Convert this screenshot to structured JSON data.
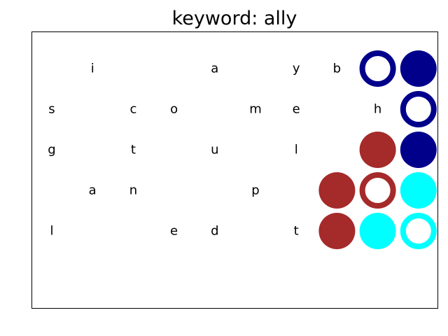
{
  "title": "keyword: ally",
  "grid": {
    "rows": [
      [
        "",
        "i",
        "",
        "",
        "a",
        "",
        "y",
        "b",
        "",
        ""
      ],
      [
        "s",
        "",
        "c",
        "o",
        "",
        "m",
        "e",
        "",
        "h",
        ""
      ],
      [
        "g",
        "",
        "t",
        "",
        "u",
        "",
        "l",
        "",
        "",
        ""
      ],
      [
        "",
        "a",
        "n",
        "",
        "",
        "p",
        "",
        "",
        "",
        ""
      ],
      [
        "l",
        "",
        "",
        "e",
        "d",
        "",
        "t",
        "",
        "",
        ""
      ]
    ]
  },
  "tokens": [
    {
      "row": 0,
      "col": 8,
      "color": "#00008b",
      "style": "ring"
    },
    {
      "row": 0,
      "col": 9,
      "color": "#00008b",
      "style": "solid"
    },
    {
      "row": 1,
      "col": 9,
      "color": "#00008b",
      "style": "ring"
    },
    {
      "row": 2,
      "col": 8,
      "color": "#a52a2a",
      "style": "solid"
    },
    {
      "row": 2,
      "col": 9,
      "color": "#00008b",
      "style": "solid"
    },
    {
      "row": 3,
      "col": 7,
      "color": "#a52a2a",
      "style": "solid"
    },
    {
      "row": 3,
      "col": 8,
      "color": "#a52a2a",
      "style": "ring"
    },
    {
      "row": 3,
      "col": 9,
      "color": "#00ffff",
      "style": "solid"
    },
    {
      "row": 4,
      "col": 7,
      "color": "#a52a2a",
      "style": "solid"
    },
    {
      "row": 4,
      "col": 8,
      "color": "#00ffff",
      "style": "solid"
    },
    {
      "row": 4,
      "col": 9,
      "color": "#00ffff",
      "style": "ring"
    }
  ]
}
